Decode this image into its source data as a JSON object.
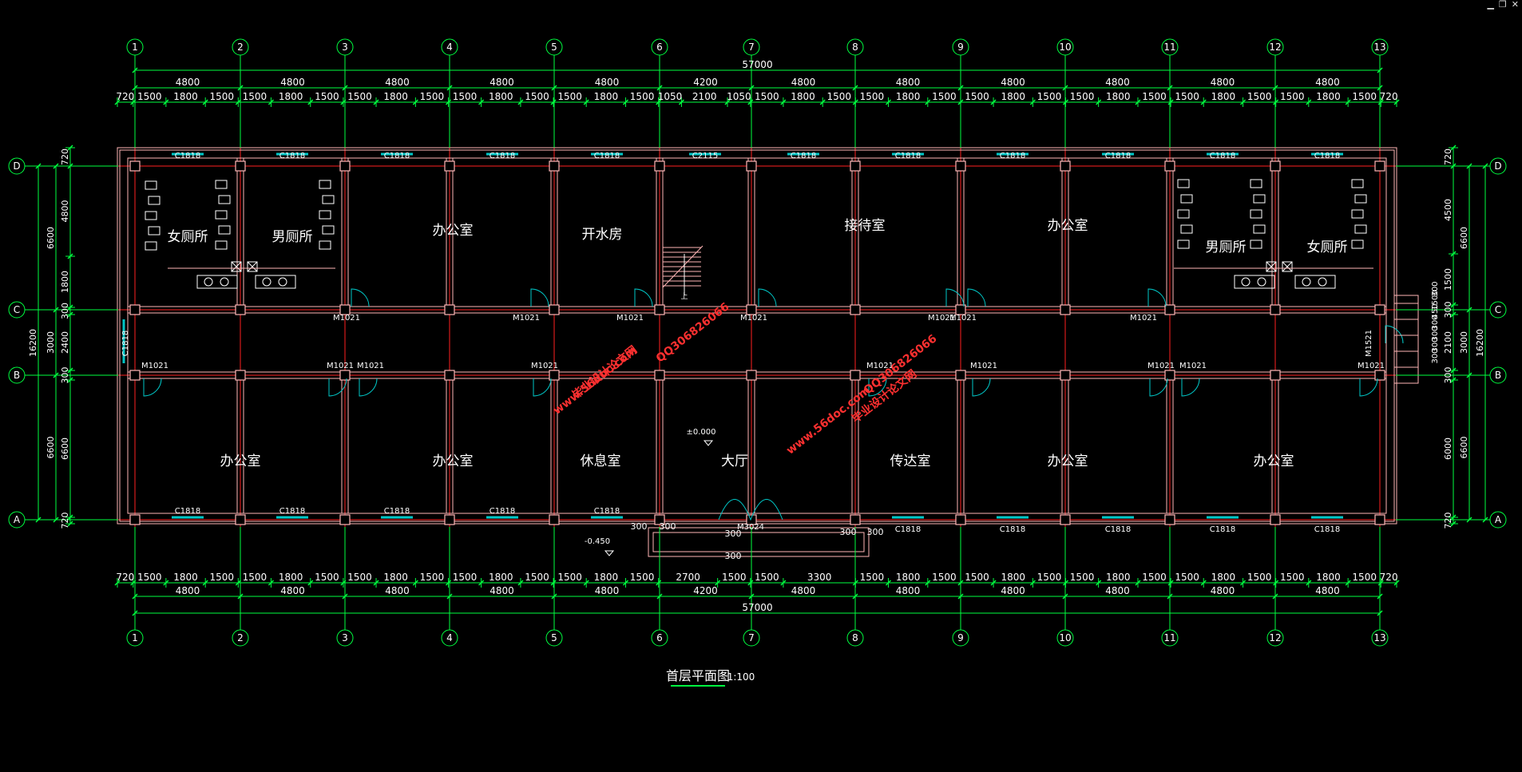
{
  "window": {
    "minimize": "▁",
    "restore": "❐",
    "close": "✕"
  },
  "axes_x": [
    "1",
    "2",
    "3",
    "4",
    "5",
    "6",
    "7",
    "8",
    "9",
    "10",
    "11",
    "12",
    "13"
  ],
  "axes_y": [
    "A",
    "B",
    "C",
    "D"
  ],
  "top_dims": {
    "total": "57000",
    "bays": [
      "4800",
      "4800",
      "4800",
      "4800",
      "4800",
      "4200",
      "4800",
      "4800",
      "4800",
      "4800",
      "4800",
      "4800"
    ],
    "details": [
      "720",
      "1500",
      "1800",
      "1500",
      "1500",
      "1800",
      "1500",
      "1500",
      "1800",
      "1500",
      "1500",
      "1800",
      "1500",
      "1500",
      "1800",
      "1500",
      "1050",
      "2100",
      "1050",
      "1500",
      "1800",
      "1500",
      "1500",
      "1800",
      "1500",
      "1500",
      "1800",
      "1500",
      "1500",
      "1800",
      "1500",
      "1500",
      "1800",
      "1500",
      "1500",
      "1800",
      "1500",
      "720"
    ]
  },
  "bottom_dims": {
    "total": "57000",
    "bays": [
      "4800",
      "4800",
      "4800",
      "4800",
      "4800",
      "4200",
      "4800",
      "4800",
      "4800",
      "4800",
      "4800",
      "4800"
    ],
    "details": [
      "720",
      "1500",
      "1800",
      "1500",
      "1500",
      "1800",
      "1500",
      "1500",
      "1800",
      "1500",
      "1500",
      "1800",
      "1500",
      "1500",
      "1800",
      "1500",
      "2700",
      "1500",
      "1500",
      "3300",
      "1500",
      "1800",
      "1500",
      "1500",
      "1800",
      "1500",
      "1500",
      "1800",
      "1500",
      "1500",
      "1800",
      "1500",
      "1500",
      "1800",
      "1500",
      "720"
    ]
  },
  "left_dims": {
    "total": "16200",
    "segments": [
      "6600",
      "3000",
      "6600"
    ],
    "details": [
      "720",
      "4800",
      "1800",
      "300",
      "2400",
      "300",
      "6600",
      "720"
    ]
  },
  "right_dims": {
    "total": "16200",
    "segments": [
      "6600",
      "3000",
      "6600"
    ],
    "details": [
      "720",
      "4500",
      "1500",
      "300",
      "2100",
      "300",
      "6000",
      "720"
    ],
    "step_labels": [
      "300",
      "1500",
      "450",
      "300",
      "300",
      "300",
      "300"
    ]
  },
  "rooms": {
    "women_wc_left": "女厕所",
    "men_wc_left": "男厕所",
    "office_top_1": "办公室",
    "boiler_room": "开水房",
    "reception": "接待室",
    "office_top_2": "办公室",
    "men_wc_right": "男厕所",
    "women_wc_right": "女厕所",
    "office_bottom_1": "办公室",
    "office_bottom_2": "办公室",
    "lounge": "休息室",
    "lobby": "大厅",
    "mail_room": "传达室",
    "office_bottom_3": "办公室",
    "office_bottom_4": "办公室"
  },
  "windows_top": [
    "C1818",
    "C1818",
    "C1818",
    "C1818",
    "C1818",
    "C2115",
    "C1818",
    "C1818",
    "C1818",
    "C1818",
    "C1818",
    "C1818"
  ],
  "windows_bottom_left": [
    "C1818",
    "C1818",
    "C1818",
    "C1818",
    "C1818"
  ],
  "windows_bottom_right": [
    "C1818",
    "C1818",
    "C1818",
    "C1818",
    "C1818"
  ],
  "window_side": "C1818",
  "doors_c_line": [
    "M1021",
    "M1021",
    "M1021",
    "M1021",
    "M1021",
    "M1021",
    "M1021"
  ],
  "doors_b_line": [
    "M1021",
    "M1021",
    "M1021",
    "M1021",
    "M1021",
    "M1021",
    "M1021",
    "M1021",
    "M1021"
  ],
  "door_side": "M1521",
  "main_door": "M3024",
  "elevation_floor": "±0.000",
  "elevation_outside": "-0.450",
  "entrance_dims": [
    "300",
    "300",
    "300",
    "300",
    "300",
    "300"
  ],
  "stair_up": "上",
  "watermark": {
    "site": "www.56doc.com",
    "qq": "QQ306826066",
    "text": "毕业设计论文网"
  },
  "drawing_title": "首层平面图",
  "scale": "1:100",
  "colors": {
    "background": "#000000",
    "axis_line": "#ff2020",
    "wall": "#ffb6b6",
    "dimension": "#00ff40",
    "text": "#ffffff",
    "window": "#00c8c8",
    "watermark": "#ff3030"
  }
}
